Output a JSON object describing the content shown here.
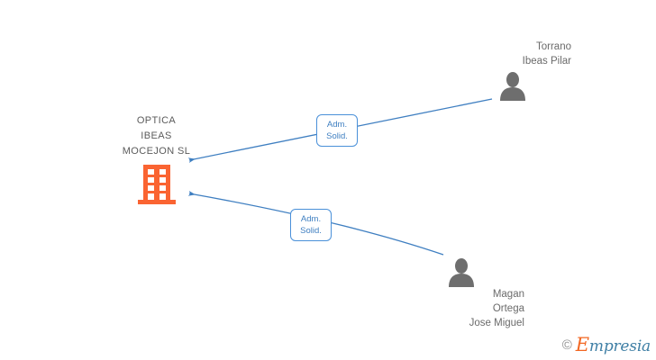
{
  "diagram": {
    "type": "relationship-graph",
    "background": "#ffffff",
    "edge_color": "#3f7fc1",
    "company_text_color": "#5b5b5b",
    "person_text_color": "#6b6b6b",
    "company_icon_color": "#fa6432"
  },
  "company": {
    "name": "OPTICA\nIBEAS\nMOCEJON  SL",
    "icon": "building-icon"
  },
  "people": [
    {
      "name": "Torrano\nIbeas Pilar",
      "icon": "person-icon",
      "role": "Adm.\nSolid."
    },
    {
      "name": "Magan\nOrtega\nJose Miguel",
      "icon": "person-icon",
      "role": "Adm.\nSolid."
    }
  ],
  "relations": [
    {
      "label": "Adm.\nSolid."
    },
    {
      "label": "Adm.\nSolid."
    }
  ],
  "watermark": {
    "copyright": "©",
    "brand_initial": "E",
    "brand_rest": "mpresia",
    "brand_initial_color": "#f26722",
    "brand_rest_color": "#3f7fa5"
  }
}
